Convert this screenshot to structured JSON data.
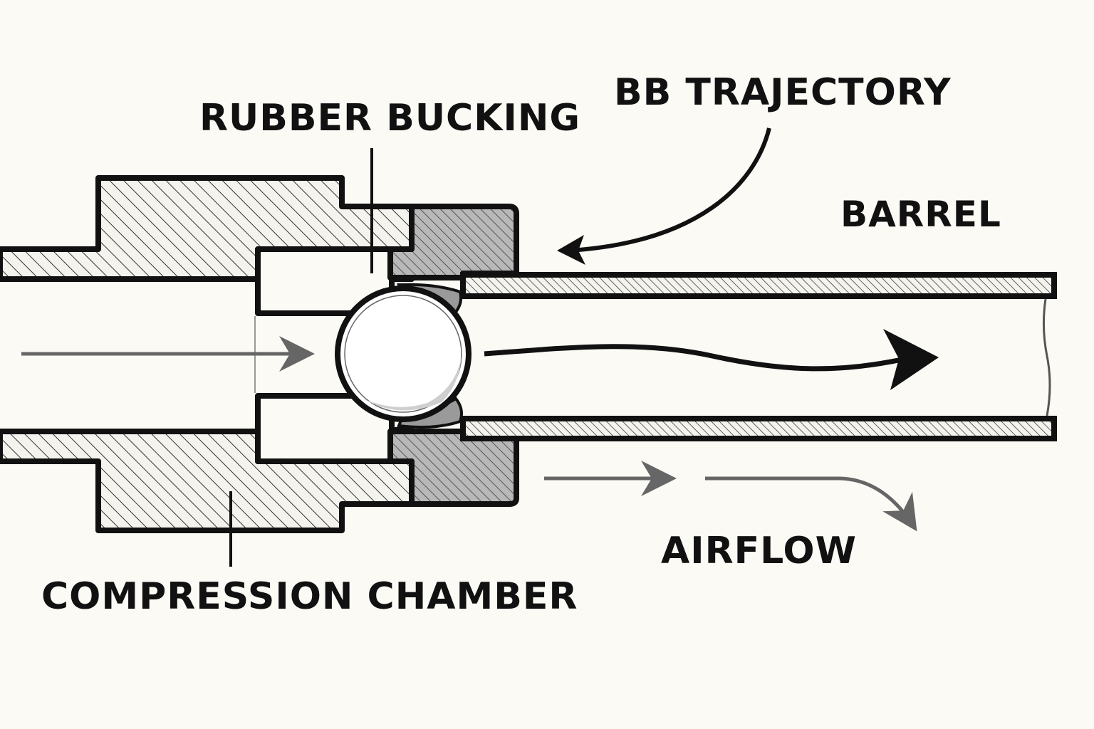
{
  "labels": {
    "rubber_bucking": "RUBBER BUCKING",
    "bb_trajectory": "BB TRAJECTORY",
    "barrel": "BARREL",
    "airflow": "AIRFLOW",
    "compression_chamber": "COMPRESSION CHAMBER"
  },
  "colors": {
    "background": "#fbfaf5",
    "ink": "#111111",
    "arrow_gray": "#666666",
    "bucking_fill": "#b8b8b8"
  }
}
